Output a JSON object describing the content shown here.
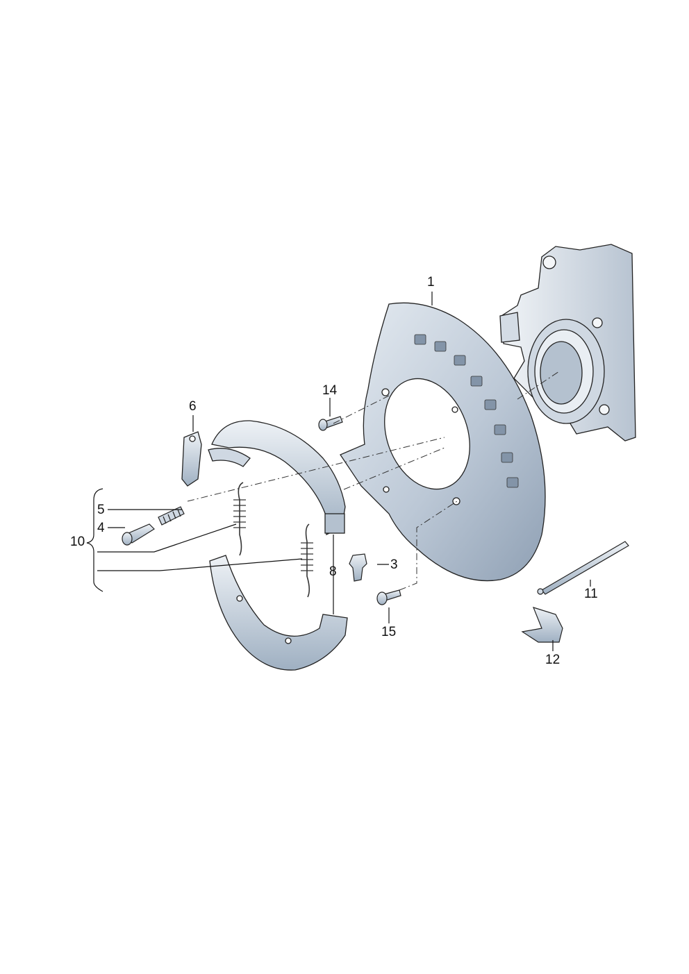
{
  "callouts": [
    {
      "id": "c1",
      "label": "1"
    },
    {
      "id": "c3",
      "label": "3"
    },
    {
      "id": "c4",
      "label": "4"
    },
    {
      "id": "c5",
      "label": "5"
    },
    {
      "id": "c6",
      "label": "6"
    },
    {
      "id": "c8",
      "label": "8"
    },
    {
      "id": "c10",
      "label": "10"
    },
    {
      "id": "c11",
      "label": "11"
    },
    {
      "id": "c12",
      "label": "12"
    },
    {
      "id": "c14",
      "label": "14"
    },
    {
      "id": "c15",
      "label": "15"
    }
  ],
  "colors": {
    "part_fill": "#bcc8d6",
    "part_light": "#dfe6ee",
    "part_dark": "#7f8fa3",
    "outline": "#222222",
    "leader": "#111111"
  }
}
